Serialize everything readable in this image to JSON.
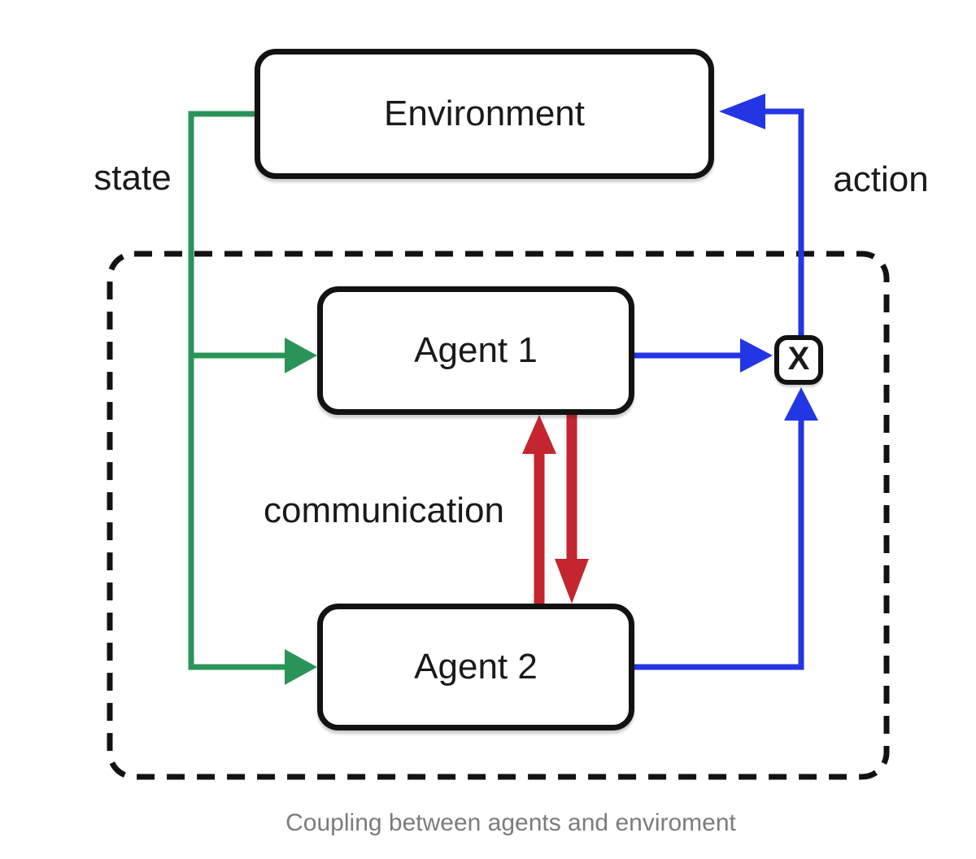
{
  "colors": {
    "green": "#2a9458",
    "blue": "#2336e3",
    "red": "#c3262e",
    "ink": "#121212",
    "gray": "#7c7c7c",
    "bg": "#ffffff"
  },
  "diagram": {
    "nodes": {
      "environment": {
        "label": "Environment"
      },
      "agent1": {
        "label": "Agent 1"
      },
      "agent2": {
        "label": "Agent 2"
      },
      "combiner": {
        "label": "X"
      }
    },
    "edge_labels": {
      "state": "state",
      "action": "action",
      "communication": "communication"
    },
    "edges": [
      {
        "from": "environment",
        "to": "agent1",
        "label": "state",
        "color": "green"
      },
      {
        "from": "environment",
        "to": "agent2",
        "label": "state",
        "color": "green"
      },
      {
        "from": "agent1",
        "to": "combiner",
        "color": "blue"
      },
      {
        "from": "agent2",
        "to": "combiner",
        "color": "blue"
      },
      {
        "from": "combiner",
        "to": "environment",
        "label": "action",
        "color": "blue"
      },
      {
        "from": "agent1",
        "to": "agent2",
        "label": "communication",
        "color": "red",
        "bidirectional": true
      }
    ],
    "caption": "Coupling between agents and enviroment"
  }
}
